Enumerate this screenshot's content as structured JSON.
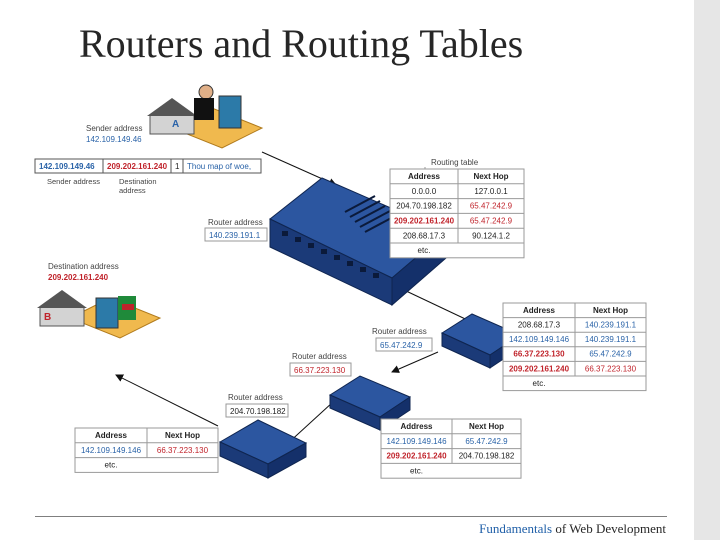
{
  "title": "Routers and Routing Tables",
  "footer": {
    "highlight": "Fundamentals",
    "rest": " of Web Development"
  },
  "sender": {
    "label": "Sender address",
    "address": "142.109.149.46",
    "house_letter": "A"
  },
  "packet": {
    "sender": "142.109.149.46",
    "destination": "209.202.161.240",
    "number": "1",
    "message": "Thou map of woe,",
    "sender_caption": "Sender address",
    "destination_caption": [
      "Destination",
      "address"
    ]
  },
  "destination": {
    "label": "Destination address",
    "address": "209.202.161.240",
    "house_letter": "B"
  },
  "router_address_label": "Router address",
  "routing_table_caption": "Routing table",
  "router1": {
    "address": "140.239.191.1"
  },
  "router2": {
    "address": "65.47.242.9"
  },
  "router3": {
    "address": "66.37.223.130"
  },
  "router4": {
    "address": "204.70.198.182"
  },
  "table_headers": {
    "address": "Address",
    "next_hop": "Next Hop"
  },
  "etc": "etc.",
  "tables": {
    "t1": {
      "rows": [
        [
          "0.0.0.0",
          "127.0.0.1"
        ],
        [
          "204.70.198.182",
          "65.47.242.9"
        ],
        [
          "209.202.161.240",
          "65.47.242.9"
        ],
        [
          "208.68.17.3",
          "90.124.1.2"
        ]
      ]
    },
    "t2": {
      "rows": [
        [
          "208.68.17.3",
          "140.239.191.1"
        ],
        [
          "142.109.149.146",
          "140.239.191.1"
        ],
        [
          "66.37.223.130",
          "65.47.242.9"
        ],
        [
          "209.202.161.240",
          "66.37.223.130"
        ]
      ]
    },
    "t3": {
      "rows": [
        [
          "142.109.149.146",
          "65.47.242.9"
        ],
        [
          "209.202.161.240",
          "204.70.198.182"
        ]
      ]
    },
    "t4": {
      "rows": [
        [
          "142.109.149.146",
          "66.37.223.130"
        ]
      ]
    }
  },
  "colors": {
    "red": "#c0232b",
    "blue": "#2a63a8",
    "router": "#1f3f7a",
    "grid": "#9a9a9a",
    "label": "#444444"
  }
}
